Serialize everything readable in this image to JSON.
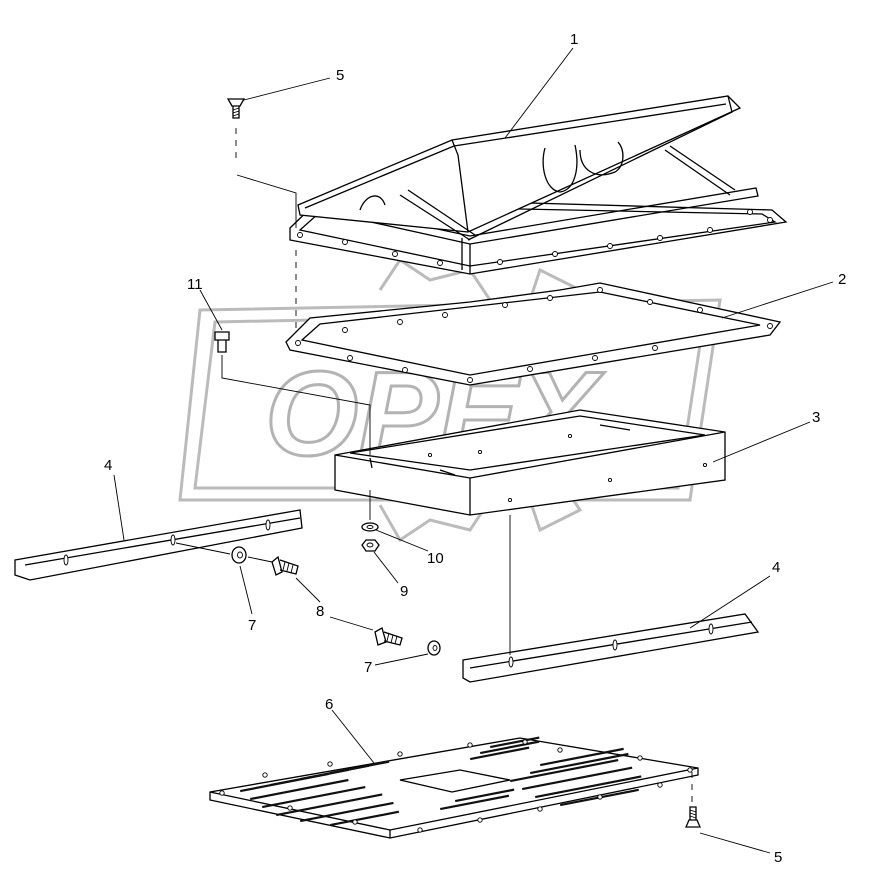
{
  "watermark": {
    "text": "OPEX"
  },
  "labels": {
    "l1": "1",
    "l2": "2",
    "l3": "3",
    "l4a": "4",
    "l4b": "4",
    "l5a": "5",
    "l5b": "5",
    "l6": "6",
    "l7a": "7",
    "l7b": "7",
    "l8": "8",
    "l9": "9",
    "l10": "10",
    "l11": "11"
  }
}
